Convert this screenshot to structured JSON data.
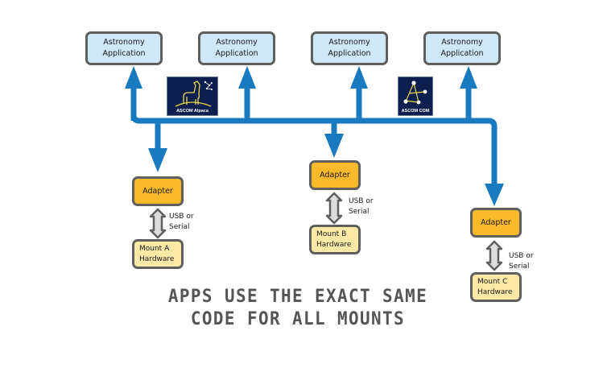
{
  "diagram": {
    "applications": [
      {
        "line1": "Astronomy",
        "line2": "Application"
      },
      {
        "line1": "Astronomy",
        "line2": "Application"
      },
      {
        "line1": "Astronomy",
        "line2": "Application"
      },
      {
        "line1": "Astronomy",
        "line2": "Application"
      }
    ],
    "logos": {
      "alpaca": {
        "label": "ASCOM Alpaca",
        "icon": "alpaca-icon"
      },
      "com": {
        "label": "ASCOM COM",
        "icon": "constellation-icon"
      }
    },
    "devices": [
      {
        "adapter": "Adapter",
        "link_line1": "USB or",
        "link_line2": "Serial",
        "mount_line1": "Mount A",
        "mount_line2": "Hardware"
      },
      {
        "adapter": "Adapter",
        "link_line1": "USB or",
        "link_line2": "Serial",
        "mount_line1": "Mount B",
        "mount_line2": "Hardware"
      },
      {
        "adapter": "Adapter",
        "link_line1": "USB or",
        "link_line2": "Serial",
        "mount_line1": "Mount C",
        "mount_line2": "Hardware"
      }
    ],
    "caption_line1": "APPS USE THE EXACT SAME",
    "caption_line2": "CODE FOR ALL MOUNTS",
    "colors": {
      "bus": "#1a7abf",
      "app_fill": "#cfe8f8",
      "adapter_fill": "#f8b92a",
      "mount_fill": "#fde8a6",
      "border": "#5f5f5f",
      "logo_bg": "#0d1f4f"
    }
  }
}
